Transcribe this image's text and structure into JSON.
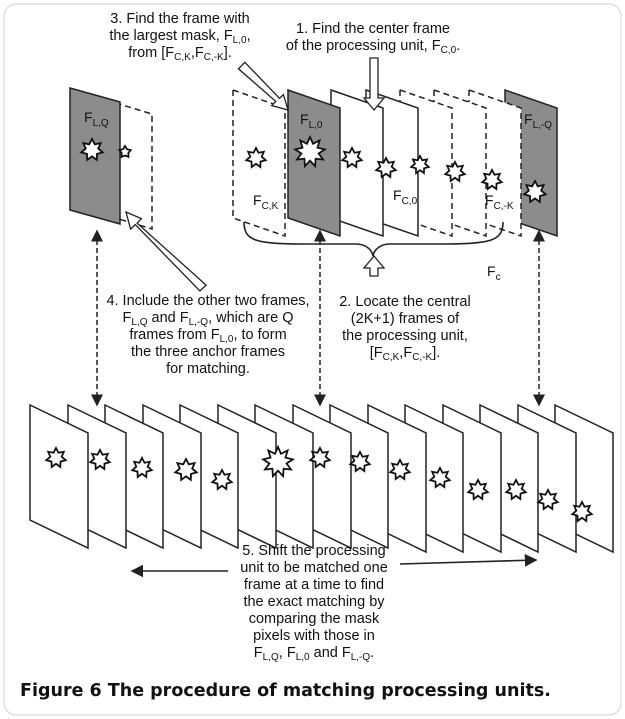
{
  "diagram": {
    "steps": {
      "step1": {
        "line1": "1.  Find the center frame",
        "line2_text": "of the processing unit, ",
        "line2_frame": "F",
        "line2_sub": "C,0",
        "line2_end": "."
      },
      "step2": {
        "line1": "2. Locate the central",
        "line2": "(2K+1) frames of",
        "line3": "the processing unit,",
        "line4_open": "[F",
        "line4_sub1": "C,K",
        "line4_mid": ",F",
        "line4_sub2": "C,-K",
        "line4_close": "]."
      },
      "step3": {
        "line1": "3. Find the frame with",
        "line2_text": "the largest mask, ",
        "line2_frame": "F",
        "line2_sub": "L,0",
        "line2_end": ",",
        "line3_open": "from [F",
        "line3_sub1": "C,K",
        "line3_mid": ",F",
        "line3_sub2": "C,-K",
        "line3_close": "]."
      },
      "step4": {
        "line1": "4. Include the other two frames,",
        "line2_f1": "F",
        "line2_sub1": "L,Q",
        "line2_mid": " and F",
        "line2_sub2": "L,-Q",
        "line2_end": ", which are Q",
        "line3_text": "frames from F",
        "line3_sub": "L,0",
        "line3_end": ", to form",
        "line4": "the three anchor frames",
        "line5": "for matching."
      },
      "step5": {
        "line1": "5. Shift the processing",
        "line2": "unit to be matched one",
        "line3": "frame at a time to find",
        "line4": "the exact matching by",
        "line5": "comparing the mask",
        "line6": "pixels with those in",
        "line7_f1": "F",
        "line7_sub1": "L,Q",
        "line7_mid1": ", F",
        "line7_sub2": "L,0",
        "line7_mid2": " and F",
        "line7_sub3": "L,-Q",
        "line7_end": "."
      }
    },
    "frame_labels": {
      "lq": {
        "main": "F",
        "sub": "L,Q"
      },
      "l0": {
        "main": "F",
        "sub": "L,0"
      },
      "lmq": {
        "main": "F",
        "sub": "L,-Q"
      },
      "ck": {
        "main": "F",
        "sub": "C,K"
      },
      "c0": {
        "main": "F",
        "sub": "C,0"
      },
      "cmk": {
        "main": "F",
        "sub": "C,-K"
      },
      "fc": {
        "main": "F",
        "sub": "c"
      }
    }
  },
  "caption": "Figure 6 The procedure of matching processing units."
}
